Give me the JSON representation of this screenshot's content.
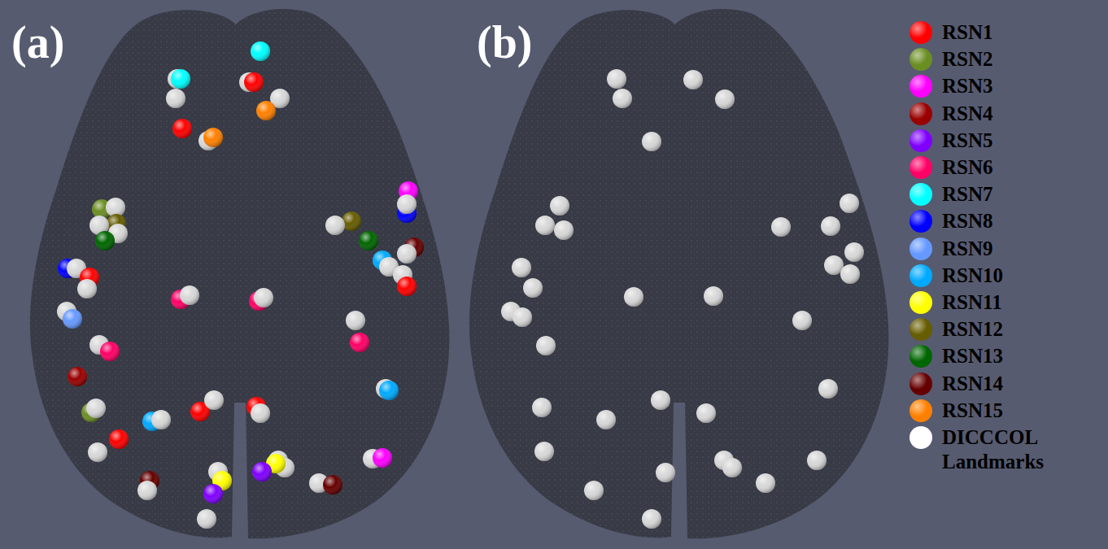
{
  "diagram": {
    "labels": [
      "(a)",
      "(b)"
    ],
    "legend": [
      {
        "text": "RSN1",
        "color": "#ff0000"
      },
      {
        "text": "RSN2",
        "color": "#6b8e23"
      },
      {
        "text": "RSN3",
        "color": "#ff00ff"
      },
      {
        "text": "RSN4",
        "color": "#990000"
      },
      {
        "text": "RSN5",
        "color": "#8000ff"
      },
      {
        "text": "RSN6",
        "color": "#ff0066"
      },
      {
        "text": "RSN7",
        "color": "#00ffff"
      },
      {
        "text": "RSN8",
        "color": "#0000ff"
      },
      {
        "text": "RSN9",
        "color": "#6699ff"
      },
      {
        "text": "RSN10",
        "color": "#00aaff"
      },
      {
        "text": "RSN11",
        "color": "#ffff00"
      },
      {
        "text": "RSN12",
        "color": "#665c00"
      },
      {
        "text": "RSN13",
        "color": "#006600"
      },
      {
        "text": "RSN14",
        "color": "#660000"
      },
      {
        "text": "RSN15",
        "color": "#ff8000"
      },
      {
        "text": "DICCCOL Landmarks",
        "color": "#ffffff"
      }
    ]
  }
}
